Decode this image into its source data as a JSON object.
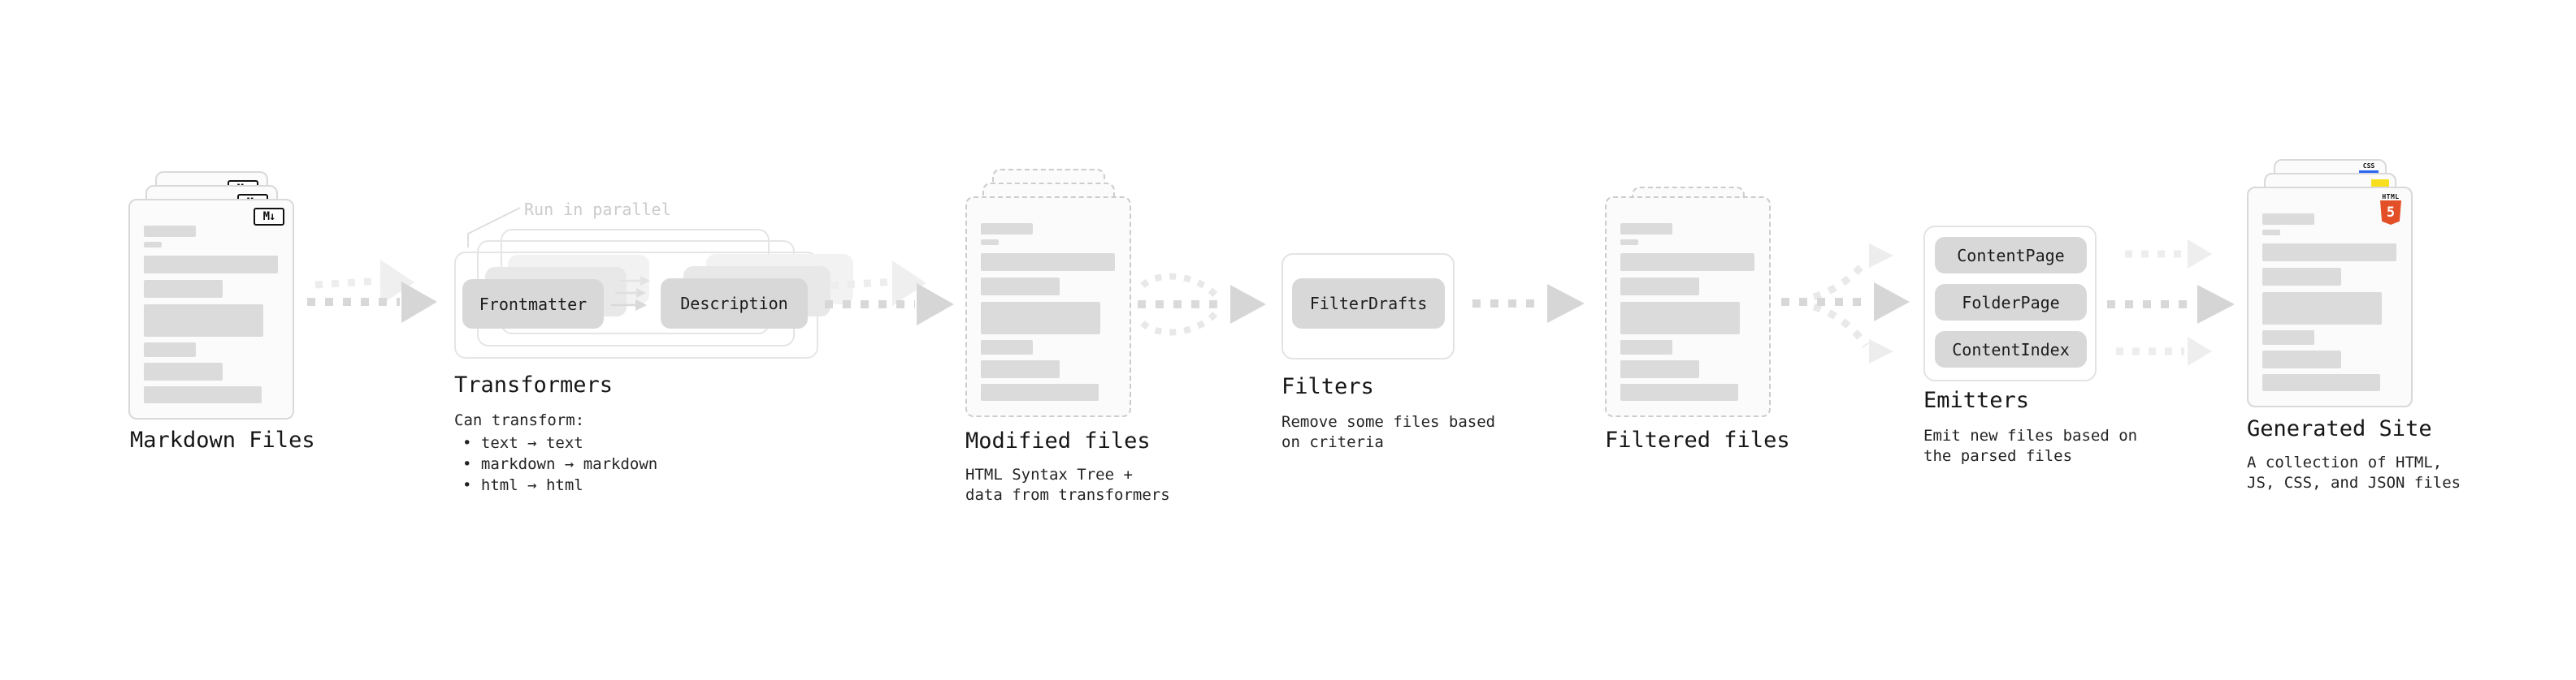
{
  "diagram": {
    "markdown_files": {
      "title": "Markdown Files",
      "badge": "M↓"
    },
    "transformers": {
      "note": "Run in parallel",
      "pill_from": "Frontmatter",
      "pill_to": "Description",
      "title": "Transformers",
      "desc_heading": "Can transform:",
      "bullets": [
        "• text → text",
        "• markdown → markdown",
        "• html → html"
      ]
    },
    "modified_files": {
      "title": "Modified files",
      "subtitle": "HTML Syntax Tree +\ndata from transformers"
    },
    "filters": {
      "pill": "FilterDrafts",
      "title": "Filters",
      "subtitle": "Remove some files based\non criteria"
    },
    "filtered_files": {
      "title": "Filtered files"
    },
    "emitters": {
      "pills": [
        "ContentPage",
        "FolderPage",
        "ContentIndex"
      ],
      "title": "Emitters",
      "subtitle": "Emit new files based on\nthe parsed files"
    },
    "generated_site": {
      "title": "Generated Site",
      "subtitle": "A collection of HTML,\nJS, CSS, and JSON files",
      "css_badge": "CSS",
      "html_badge_label": "HTML",
      "html_badge_number": "5"
    }
  },
  "colors": {
    "html5_orange": "#e34f26",
    "js_yellow": "#f7df1e",
    "css_blue": "#2965f1"
  }
}
